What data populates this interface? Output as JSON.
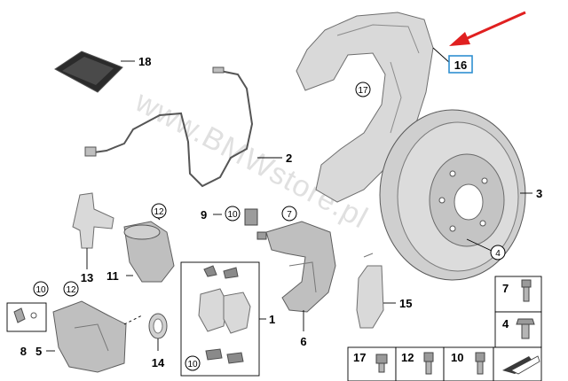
{
  "watermark": "www.BMWstore.pl",
  "highlight_color": "#2f8fd0",
  "arrow_color": "#e02020",
  "callouts": {
    "p1": "1",
    "p2": "2",
    "p3": "3",
    "p4": "4",
    "p5": "5",
    "p6": "6",
    "p7": "7",
    "p8": "8",
    "p9": "9",
    "p10": "10",
    "p11": "11",
    "p12": "12",
    "p13": "13",
    "p14": "14",
    "p15": "15",
    "p16": "16",
    "p17": "17",
    "p18": "18"
  },
  "legend": [
    {
      "id": "leg-7",
      "num": "7"
    },
    {
      "id": "leg-4",
      "num": "4"
    },
    {
      "id": "leg-17",
      "num": "17"
    },
    {
      "id": "leg-12",
      "num": "12"
    },
    {
      "id": "leg-10",
      "num": "10"
    }
  ]
}
